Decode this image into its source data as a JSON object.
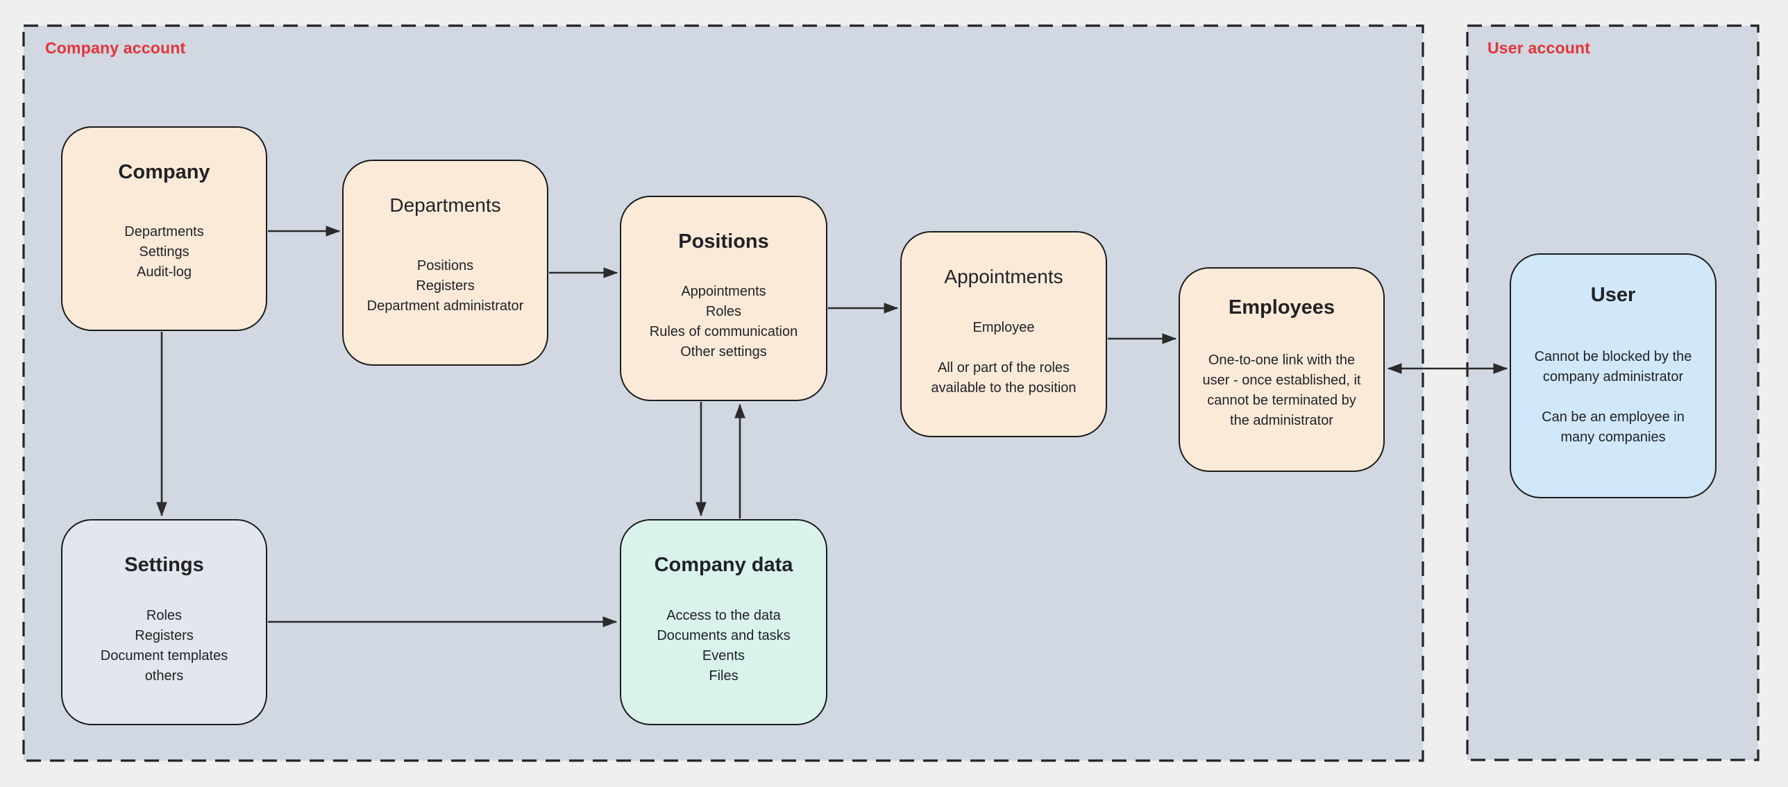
{
  "diagram": {
    "containers": {
      "company_account": {
        "label": "Company account"
      },
      "user_account": {
        "label": "User account"
      }
    },
    "nodes": {
      "company": {
        "title": "Company",
        "body": "Departments\nSettings\nAudit-log"
      },
      "departments": {
        "title": "Departments",
        "body": "Positions\nRegisters\nDepartment administrator"
      },
      "positions": {
        "title": "Positions",
        "body": "Appointments\nRoles\nRules of communication\nOther settings"
      },
      "appointments": {
        "title": "Appointments",
        "body": "Employee\n\nAll or part of the roles\navailable to the position"
      },
      "employees": {
        "title": "Employees",
        "body": "One-to-one link with the\nuser - once established, it\ncannot be terminated by\nthe administrator"
      },
      "settings": {
        "title": "Settings",
        "body": "Roles\nRegisters\nDocument templates\nothers"
      },
      "company_data": {
        "title": "Company data",
        "body": "Access to the data\nDocuments and tasks\nEvents\nFiles"
      },
      "user": {
        "title": "User",
        "body": "Cannot be blocked by the\ncompany administrator\n\nCan be an employee in\nmany companies"
      }
    },
    "edges": [
      {
        "from": "company",
        "to": "departments",
        "type": "one-way"
      },
      {
        "from": "departments",
        "to": "positions",
        "type": "one-way"
      },
      {
        "from": "positions",
        "to": "appointments",
        "type": "one-way"
      },
      {
        "from": "appointments",
        "to": "employees",
        "type": "one-way"
      },
      {
        "from": "employees",
        "to": "user",
        "type": "two-way"
      },
      {
        "from": "company",
        "to": "settings",
        "type": "one-way"
      },
      {
        "from": "settings",
        "to": "company_data",
        "type": "one-way"
      },
      {
        "from": "positions",
        "to": "company_data",
        "type": "one-way"
      },
      {
        "from": "company_data",
        "to": "positions",
        "type": "one-way"
      }
    ],
    "colors": {
      "page_bg": "#efefef",
      "container_bg": "#d1d8e1",
      "node_peach": "#fcead9",
      "node_grayblue": "#e2e7ed",
      "node_mint": "#d9f3ec",
      "node_blue": "#d0e8fa",
      "border": "#1b1b1b",
      "arrow": "#2b2b2b",
      "label_red": "#e43339",
      "text": "#212226"
    }
  }
}
